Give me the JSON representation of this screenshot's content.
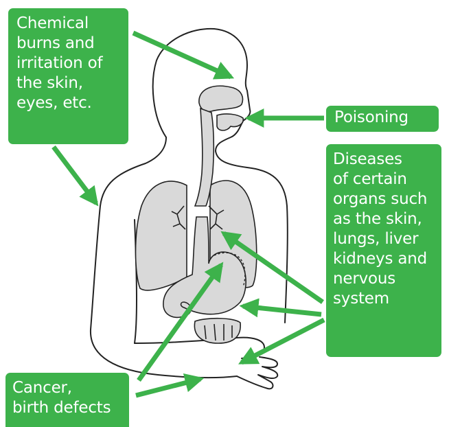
{
  "labels": {
    "chemical_burns": [
      "Chemical",
      "burns and",
      "irritation of",
      "the skin,",
      "eyes, etc."
    ],
    "poisoning": [
      "Poisoning"
    ],
    "diseases": [
      "Diseases",
      "of certain",
      "organs such",
      "as the skin,",
      "lungs, liver",
      "kidneys and",
      "nervous",
      "system"
    ],
    "cancer": [
      "Cancer,",
      "birth defects"
    ]
  },
  "colors": {
    "accent": "#3db24b",
    "organ_fill": "#d9d9d9",
    "outline": "#222222"
  }
}
